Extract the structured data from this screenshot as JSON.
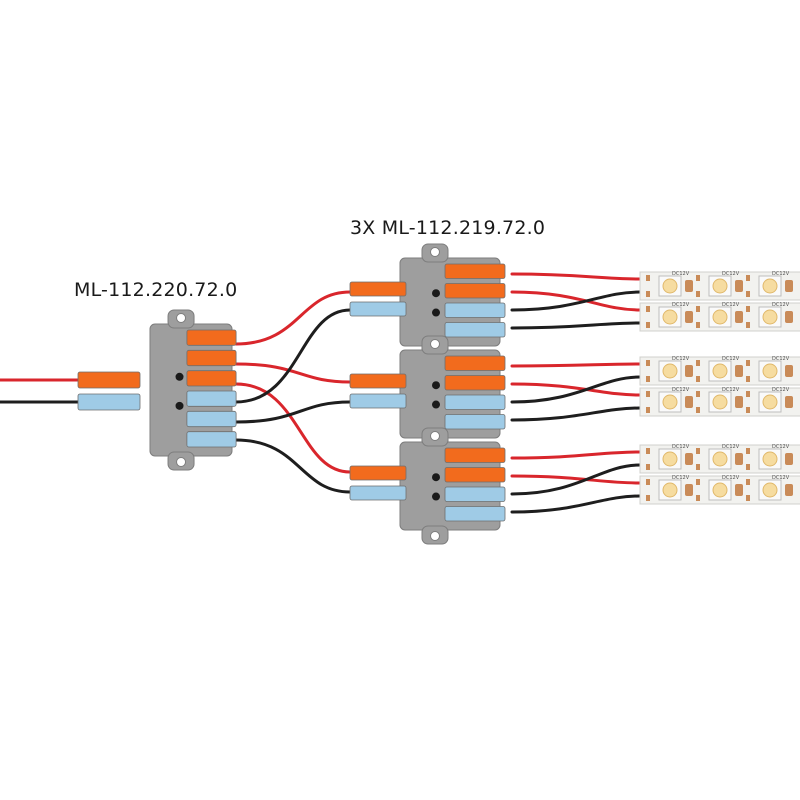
{
  "labels": {
    "main_connector": "ML-112.220.72.0",
    "splitters": "3X ML-112.219.72.0"
  },
  "connectors": {
    "main": {
      "inputs": 2,
      "outputs": 6
    },
    "splitters": {
      "count": 3,
      "inputs": 2,
      "outputs": 4
    }
  },
  "led_strips": {
    "count": 6,
    "print": "DC12V"
  },
  "colors": {
    "red_wire": "#d9262c",
    "black_wire": "#1e1e1e",
    "housing": "#9e9e9e",
    "lever_orange": "#f26b1d",
    "lever_blue": "#9fcbe6",
    "strip_pcb": "#f2f2ef",
    "led_warm": "#f6dca0"
  }
}
